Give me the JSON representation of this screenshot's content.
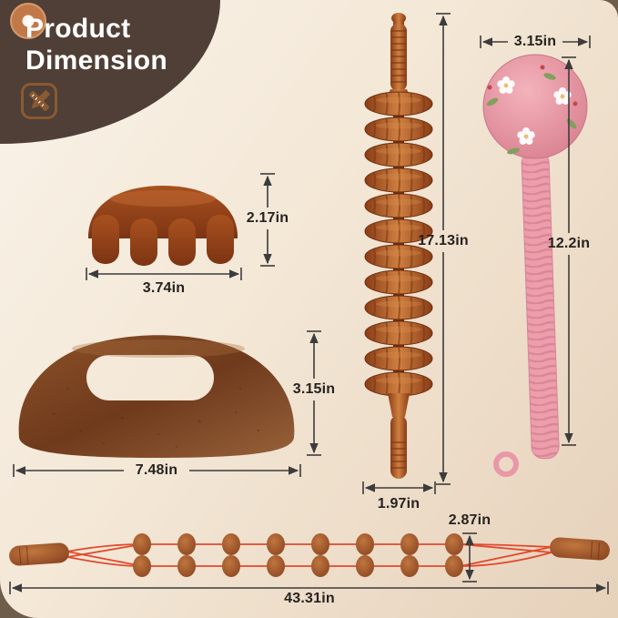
{
  "header": {
    "title_line1": "Product",
    "title_line2": "Dimension"
  },
  "dimensions": {
    "comb": {
      "height": "2.17in",
      "width": "3.74in"
    },
    "board": {
      "height": "3.15in",
      "width": "7.48in"
    },
    "roller": {
      "length": "17.13in",
      "width": "1.97in"
    },
    "hammer": {
      "ball_width": "3.15in",
      "length": "12.2in"
    },
    "rope": {
      "height": "2.87in",
      "length": "43.31in"
    }
  },
  "icons": {
    "corner_dot": "corner-dot-icon",
    "badge": "ruler-pencil-icon"
  },
  "colors": {
    "header_bg": "#4f3f36",
    "accent_orange": "#c17949",
    "wood_light": "#cf8040",
    "wood_dark": "#7d3413",
    "pink": "#ee9dab",
    "rope_red": "#e14a2e",
    "dimension_line": "#3c3c3c",
    "background_light": "#f9f3e9",
    "background_dark": "#e6d1ba",
    "text_dark": "#26221f",
    "title_text": "#ffffff"
  }
}
